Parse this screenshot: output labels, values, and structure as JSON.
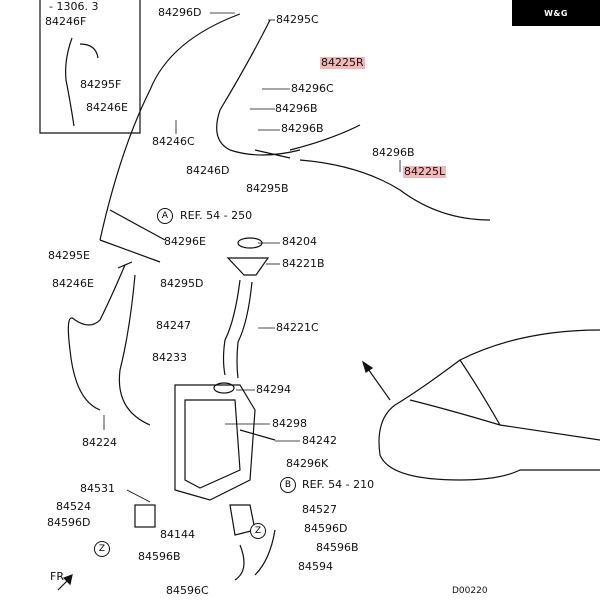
{
  "badge": "W&G",
  "labels": {
    "l1306": "- 1306. 3",
    "l84246F": "84246F",
    "l84295F": "84295F",
    "l84246E_top": "84246E",
    "l84296D": "84296D",
    "l84295C": "84295C",
    "l84225R": "84225R",
    "l84296C": "84296C",
    "l84296B_a": "84296B",
    "l84296B_b": "84296B",
    "l84246C": "84246C",
    "l84246D": "84246D",
    "l84295B": "84295B",
    "l84296B_c": "84296B",
    "l84225L": "84225L",
    "refA": "REF. 54 - 250",
    "l84296E": "84296E",
    "l84204": "84204",
    "l84295E": "84295E",
    "l84221B": "84221B",
    "l84246E_mid": "84246E",
    "l84295D": "84295D",
    "l84247": "84247",
    "l84221C": "84221C",
    "l84233": "84233",
    "l84294": "84294",
    "l84298": "84298",
    "l84224": "84224",
    "l84242": "84242",
    "l84296K": "84296K",
    "l84531": "84531",
    "refB": "REF. 54 - 210",
    "l84524": "84524",
    "l84527": "84527",
    "l84596D_l": "84596D",
    "l84596D_r": "84596D",
    "l84144": "84144",
    "l84596B_l": "84596B",
    "l84596B_r": "84596B",
    "l84594": "84594",
    "l84596C": "84596C",
    "fr": "FR",
    "code": "D00220"
  },
  "callouts": {
    "A": "A",
    "B": "B",
    "Z1": "Z",
    "Z2": "Z"
  },
  "colors": {
    "line": "#111111",
    "highlight": "#f4b8b8",
    "badge_bg": "#000000"
  }
}
